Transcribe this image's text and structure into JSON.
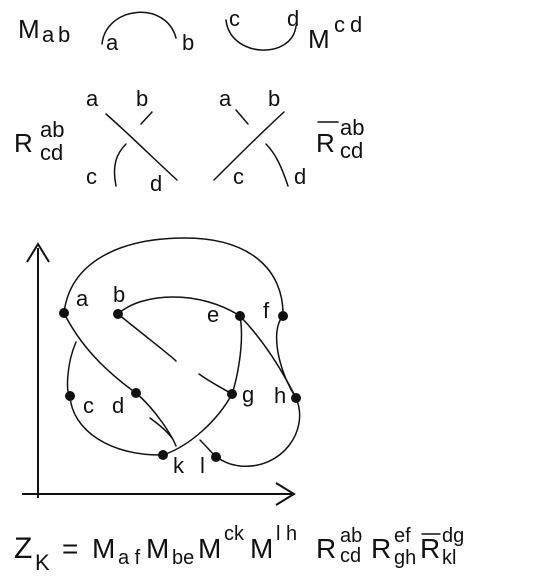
{
  "maximum": {
    "M": "M",
    "sub1": "a",
    "sub2": "b",
    "end_left": "a",
    "end_right": "b"
  },
  "minimum": {
    "M": "M",
    "sup1": "c",
    "sup2": "d",
    "end_left": "c",
    "end_right": "d"
  },
  "crossing_pos": {
    "R": "R",
    "sup": "ab",
    "sub": "cd",
    "a": "a",
    "b": "b",
    "c": "c",
    "d": "d"
  },
  "crossing_neg": {
    "R": "R",
    "sup": "ab",
    "sub": "cd",
    "a": "a",
    "b": "b",
    "c": "c",
    "d": "d"
  },
  "knot": {
    "points": [
      "a",
      "b",
      "c",
      "d",
      "e",
      "f",
      "g",
      "h",
      "k",
      "l"
    ]
  },
  "formula": {
    "Z": "Z",
    "K": "K",
    "eq": "=",
    "M1": "M",
    "M1_sub": "a f",
    "M2": "M",
    "M2_sub": "be",
    "M3": "M",
    "M3_sup": "ck",
    "M4": "M",
    "M4_sup": "l h",
    "R1": "R",
    "R1_sup": "ab",
    "R1_sub": "cd",
    "R2": "R",
    "R2_sup": "ef",
    "R2_sub": "gh",
    "R3": "R",
    "R3_sup": "dg",
    "R3_sub": "kl"
  }
}
